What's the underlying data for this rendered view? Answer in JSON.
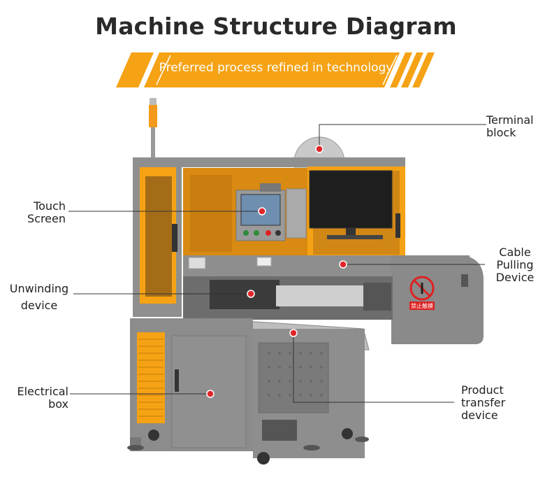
{
  "header": {
    "title": "Machine Structure Diagram",
    "subtitle": "Preferred process refined in technology"
  },
  "labels": {
    "terminal_block": [
      "Terminal",
      "block"
    ],
    "touch_screen": [
      "Touch",
      "Screen"
    ],
    "cable_pulling_device": [
      "Cable",
      "Pulling",
      "Device"
    ],
    "unwinding_device": [
      "Unwinding",
      "device"
    ],
    "electrical_box": [
      "Electrical",
      "box"
    ],
    "product_transfer_device": [
      "Product",
      "transfer",
      "device"
    ]
  },
  "panel_sign": "禁止触摸",
  "colors": {
    "accent": "#f5a214",
    "machine_gray": "#8e8e8e",
    "marker": "#e0262a"
  }
}
